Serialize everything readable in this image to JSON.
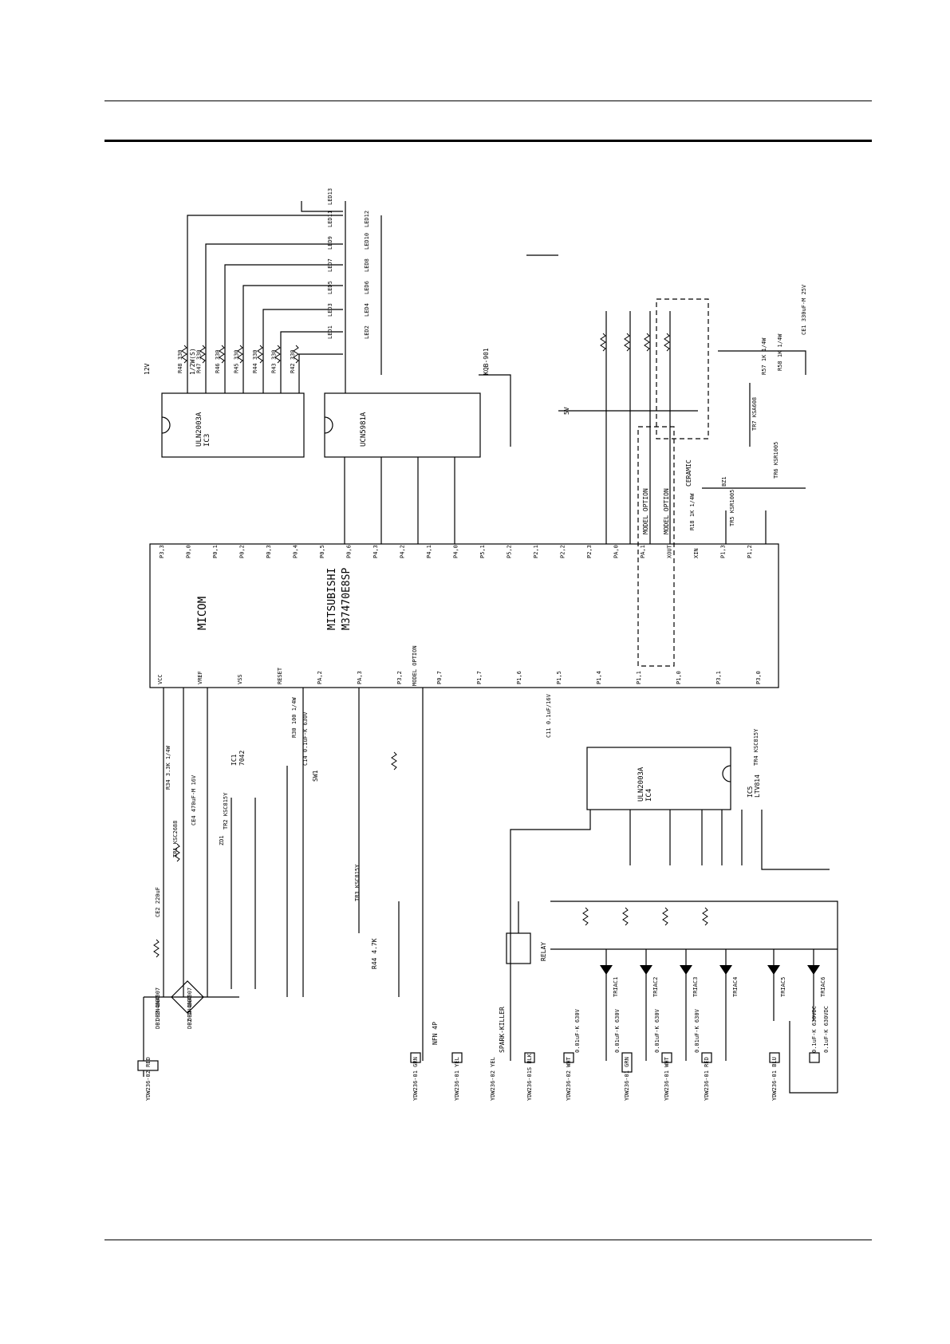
{
  "micom": {
    "title": "MICOM",
    "maker": "MITSUBISHI",
    "part": "M37470E8SP",
    "pins_left": [
      "P3,3",
      "P0,0",
      "P0,1",
      "P0,2",
      "P0,3",
      "P0,4",
      "P0,5",
      "P0,6",
      "P4,3",
      "P4,2",
      "P4,1",
      "P4,0",
      "P5,1",
      "P5,2",
      "P2,1",
      "P2,2",
      "P2,3",
      "PA,0",
      "PA,1",
      "XOUT",
      "XIN",
      "P1,3",
      "P1,2"
    ],
    "pins_right": [
      "VCC",
      "VREF",
      "VSS",
      "RESET",
      "PA,2",
      "PA,3",
      "P3,2",
      "P0,7",
      "P1,7",
      "P1,6",
      "P1,5",
      "P1,4",
      "P1,1",
      "P1,0",
      "P3,1",
      "P3,0"
    ]
  },
  "ic3": {
    "name": "IC3",
    "part": "ULN2003A"
  },
  "ic2": {
    "name": "UCN5981A"
  },
  "ic4": {
    "name": "IC4",
    "part": "ULN2003A"
  },
  "ic1": {
    "name": "IC1",
    "part": "7042"
  },
  "ic5": {
    "name": "IC5",
    "part": "LTV814"
  },
  "leds": [
    "LED1",
    "LED2",
    "LED3",
    "LED4",
    "LED5",
    "LED6",
    "LED7",
    "LED8",
    "LED9",
    "LED10",
    "LED11",
    "LED12",
    "LED13"
  ],
  "led_resistors": [
    "R48 330",
    "R47 330",
    "R46 330",
    "R45 330",
    "R44 330",
    "R43 330",
    "R42 330"
  ],
  "labels": {
    "res_spec": "1/2W(S)",
    "model_option": "MODEL OPTION",
    "ceramic": "CERAMIC",
    "relay": "RELAY",
    "sparkkiller": "SPARK-KILLER",
    "wire_conn": "NFN 4P",
    "v5": "5V",
    "v12": "12V",
    "kgq": "KQB-901",
    "sw1": "SW1",
    "dplus": "R44 4.7K"
  },
  "connectors": [
    "YDW236-02 RED",
    "YDW236-01 GRN",
    "YDW236-01 YEL",
    "YDW236-02 YEL",
    "YDW236-01S BLK",
    "YDW236-02 WHT",
    "YDW236-01 GRN",
    "YDW236-01 WHT",
    "YDW236-01 RED",
    "YDW236-01 BLU"
  ],
  "triacs": [
    "TRIAC1",
    "TRIAC2",
    "TRIAC3",
    "TRIAC4",
    "TRIAC5",
    "TRIAC6"
  ],
  "caps_bottom": [
    "0.01uF-K 630V",
    "0.01uF-K 630V",
    "0.01uF-K 630V",
    "0.01uF-K 630V",
    "0.1uF-K 630VDC",
    "0.1uF-K 630VDC"
  ],
  "transistors": [
    "TR1 KSC2688",
    "TR2 KSC815Y",
    "TR3 KSC815Y",
    "TR4 KSC815Y",
    "TR5 KSR1005",
    "TR6 KSR1005",
    "TR7 KSA608"
  ],
  "diodes_bridge": [
    "DB1 1N4007",
    "DB2 1N4007",
    "DB3 1N4007",
    "DB4 1N4007"
  ],
  "misc_parts": [
    "R30 100 1/4W",
    "C14 0.1uF-K 630V",
    "R34 3.3K 1/4W",
    "CE4 470uF-M 16V",
    "C11 0.1uF/16V",
    "CE2 220uF",
    "ZD1",
    "R18 1K 1/4W",
    "BZ1",
    "CE1 330uF-M 25V",
    "R58 1K 1/4W",
    "R57 1K 1/4W"
  ],
  "colors": {
    "ink": "#000000",
    "paper": "#ffffff"
  }
}
